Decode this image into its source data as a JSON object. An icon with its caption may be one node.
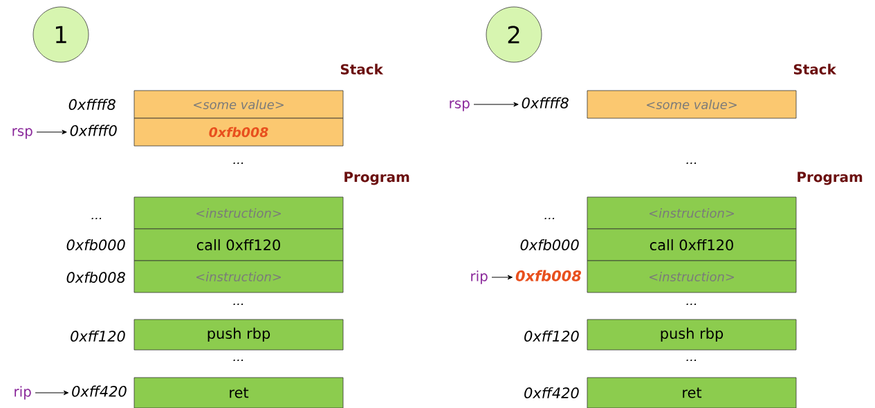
{
  "diagram": {
    "nodes": [
      {
        "text": [
          "1"
        ]
      },
      {
        "text": [
          "<some value>"
        ]
      },
      {
        "text": [
          "0xffff0"
        ]
      },
      {
        "text": [
          "rsp"
        ]
      },
      {
        "text": [
          "0xfb008"
        ]
      },
      {
        "text": [
          "<instruction>"
        ]
      },
      {
        "text": [
          "call 0xff120"
        ]
      },
      {
        "text": [
          "<instruction>"
        ]
      },
      {
        "text": [
          "push rbp"
        ]
      },
      {
        "text": [
          "rip"
        ]
      },
      {
        "text": [
          "0xff420"
        ]
      },
      {
        "text": [
          "ret"
        ]
      },
      {
        "text": [
          "2"
        ]
      },
      {
        "text": [
          "rsp"
        ]
      },
      {
        "text": [
          "0xffff8"
        ]
      },
      {
        "text": [
          "<some value>"
        ]
      },
      {
        "text": [
          "<instruction>"
        ]
      },
      {
        "text": [
          "call 0xff120"
        ]
      },
      {
        "text": [
          "rip"
        ]
      },
      {
        "text": [
          "0xfb008"
        ]
      },
      {
        "text": [
          "<instruction>"
        ]
      },
      {
        "text": [
          "push rbp"
        ]
      },
      {
        "text": [
          "ret"
        ]
      }
    ],
    "edges": [
      {
        "from": 3,
        "to": 2,
        "arrow": "to"
      },
      {
        "from": 9,
        "to": 10,
        "arrow": "to"
      },
      {
        "from": 13,
        "to": 14,
        "arrow": "to"
      },
      {
        "from": 18,
        "to": 19,
        "arrow": "to"
      }
    ],
    "labels": [
      "Stack",
      "0xffff8",
      "...",
      "Program",
      "...",
      "0xfb000",
      "0xfb008",
      "...",
      "0xff120",
      "...",
      "Stack",
      "...",
      "Program",
      "...",
      "0xfb000",
      "...",
      "0xff120",
      "...",
      "0xff420"
    ]
  }
}
